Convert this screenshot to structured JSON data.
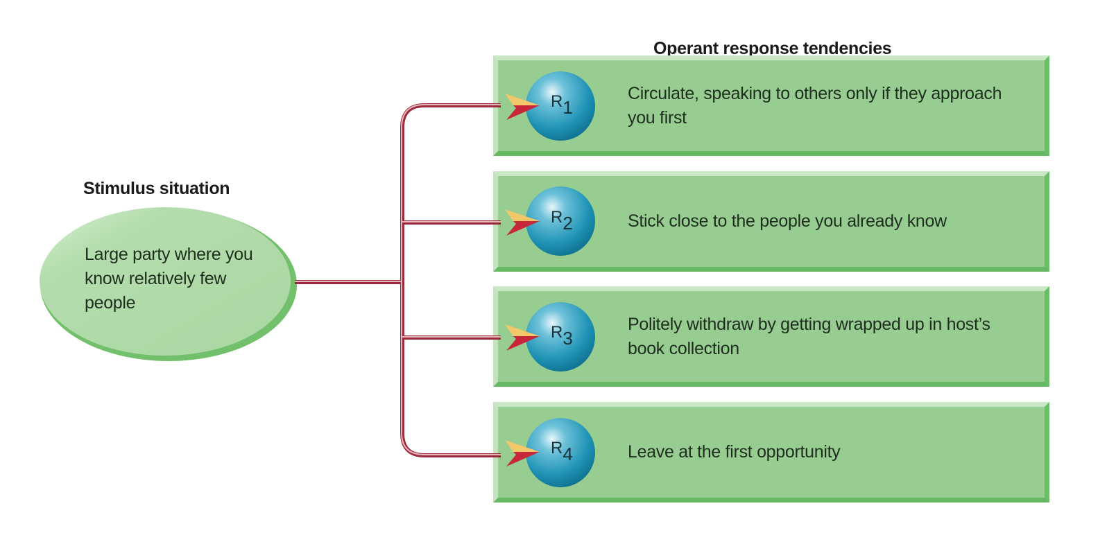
{
  "stimulus": {
    "heading": "Stimulus situation",
    "text": "Large party where you know relatively few people"
  },
  "responses": {
    "heading": "Operant response tendencies",
    "items": [
      {
        "letter": "R",
        "index": "1",
        "text": "Circulate, speaking to others only if they approach you first"
      },
      {
        "letter": "R",
        "index": "2",
        "text": "Stick close to the people you already know"
      },
      {
        "letter": "R",
        "index": "3",
        "text": "Politely withdraw by getting wrapped up in host’s book collection"
      },
      {
        "letter": "R",
        "index": "4",
        "text": "Leave at the first opportunity"
      }
    ]
  },
  "colors": {
    "box_fill": "#97cd91",
    "ellipse_fill": "#b2dcab",
    "connector": "#b33a4c",
    "sphere": "#1f93b5",
    "arrow_red": "#c8263a",
    "arrow_yellow": "#f3c86a"
  }
}
